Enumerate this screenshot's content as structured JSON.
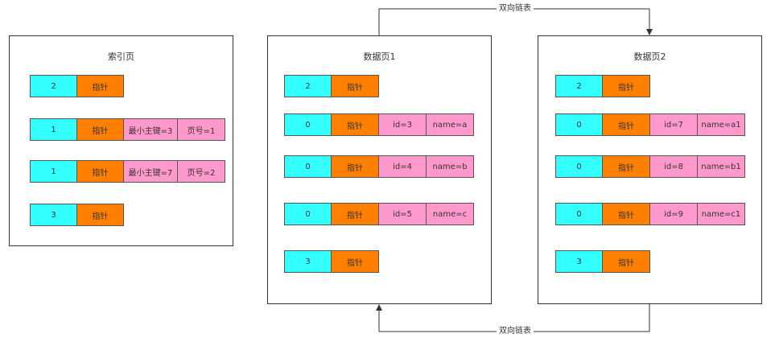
{
  "index_page": {
    "title": "索引页",
    "rows": [
      {
        "num": "2",
        "ptr": "指针"
      },
      {
        "num": "1",
        "ptr": "指针",
        "key": "最小主键=3",
        "page": "页号=1"
      },
      {
        "num": "1",
        "ptr": "指针",
        "key": "最小主键=7",
        "page": "页号=2"
      },
      {
        "num": "3",
        "ptr": "指针"
      }
    ]
  },
  "data_page_1": {
    "title": "数据页1",
    "rows": [
      {
        "num": "2",
        "ptr": "指针"
      },
      {
        "num": "0",
        "ptr": "指针",
        "id": "id=3",
        "name": "name=a"
      },
      {
        "num": "0",
        "ptr": "指针",
        "id": "id=4",
        "name": "name=b"
      },
      {
        "num": "0",
        "ptr": "指针",
        "id": "id=5",
        "name": "name=c"
      },
      {
        "num": "3",
        "ptr": "指针"
      }
    ]
  },
  "data_page_2": {
    "title": "数据页2",
    "rows": [
      {
        "num": "2",
        "ptr": "指针"
      },
      {
        "num": "0",
        "ptr": "指针",
        "id": "id=7",
        "name": "name=a1"
      },
      {
        "num": "0",
        "ptr": "指针",
        "id": "id=8",
        "name": "name=b1"
      },
      {
        "num": "0",
        "ptr": "指针",
        "id": "id=9",
        "name": "name=c1"
      },
      {
        "num": "3",
        "ptr": "指针"
      }
    ]
  },
  "links": {
    "top_label": "双向链表",
    "bottom_label": "双向链表"
  },
  "colors": {
    "num_cell": "#33FFFF",
    "pointer_cell": "#FF8000",
    "value_cell": "#FF99CC",
    "border": "#333333"
  }
}
